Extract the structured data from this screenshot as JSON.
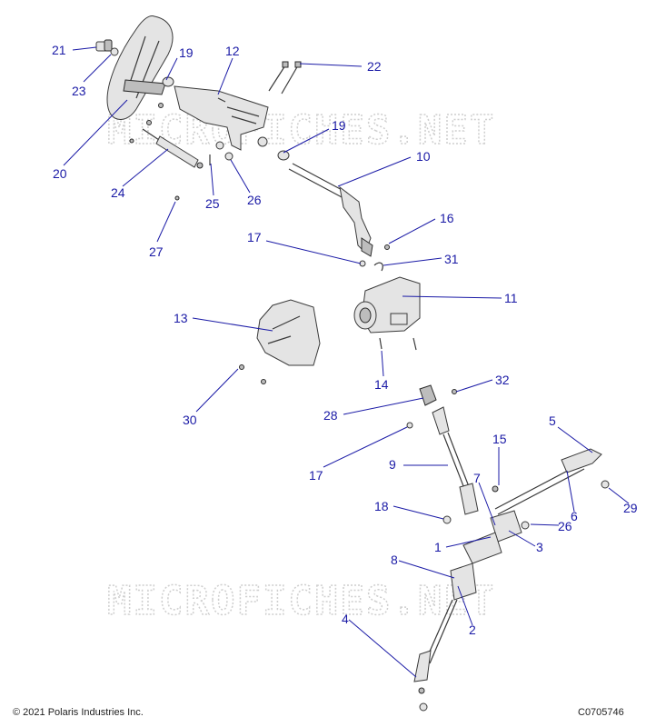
{
  "watermark_text": "MICROFICHES.NET",
  "footer": {
    "copyright": "© 2021 Polaris Industries Inc.",
    "code": "C0705746"
  },
  "callouts": {
    "c21": "21",
    "c23": "23",
    "c19a": "19",
    "c12": "12",
    "c22": "22",
    "c20": "20",
    "c24": "24",
    "c25": "25",
    "c26a": "26",
    "c19b": "19",
    "c10": "10",
    "c27": "27",
    "c16": "16",
    "c17a": "17",
    "c31": "31",
    "c13": "13",
    "c11": "11",
    "c14": "14",
    "c30": "30",
    "c32": "32",
    "c28": "28",
    "c5": "5",
    "c15": "15",
    "c17b": "17",
    "c9": "9",
    "c7": "7",
    "c6": "6",
    "c18": "18",
    "c29": "29",
    "c26b": "26",
    "c1": "1",
    "c3": "3",
    "c8": "8",
    "c4": "4",
    "c2": "2"
  }
}
